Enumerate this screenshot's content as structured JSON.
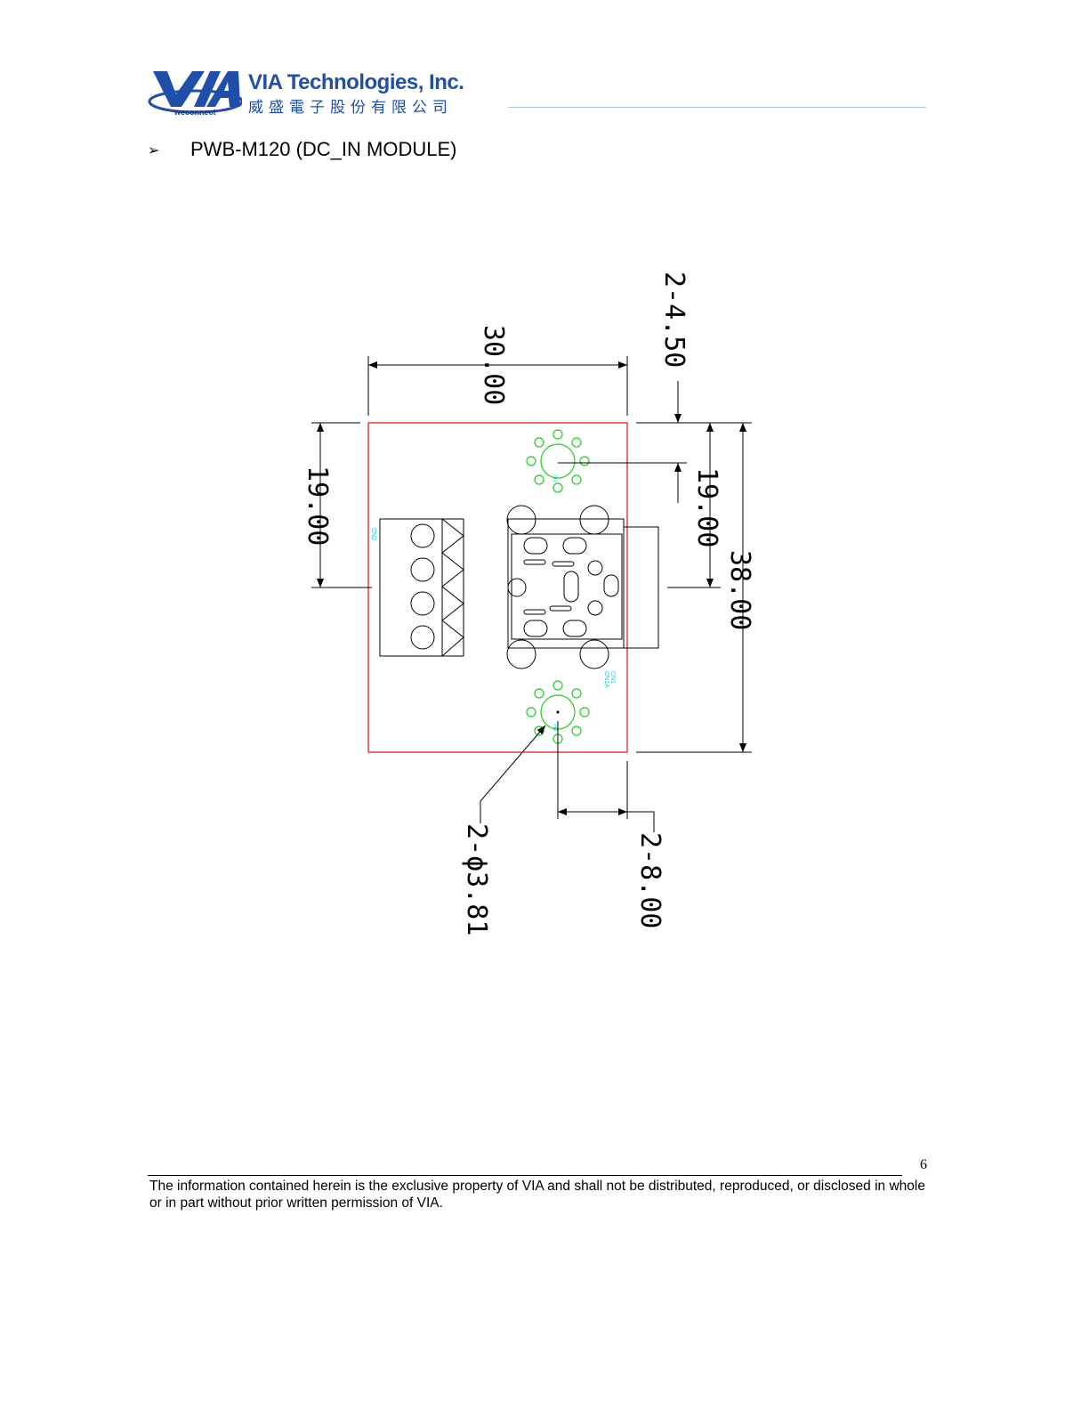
{
  "header": {
    "logo_tagline": "weconnect",
    "company_name": "VIA Technologies, Inc.",
    "company_name_zh": "威盛電子股份有限公司"
  },
  "section": {
    "bullet": "➢",
    "title": "PWB-M120 (DC_IN MODULE)"
  },
  "drawing": {
    "dimensions": {
      "width": "30.00",
      "hole_offset_top": "2-4.50",
      "left_half_height": "19.00",
      "right_half_height": "19.00",
      "total_height": "38.00",
      "hole_diameter": "2-ϕ3.81",
      "hole_offset_right": "2-8.00"
    },
    "labels": {
      "cn2": "CN2",
      "cn1": "CN1",
      "cn1a": "CN1A",
      "h1": "H1",
      "h2": "H2"
    },
    "colors": {
      "outline": "#e02020",
      "holes": "#22cc22",
      "labels": "#00c8d8",
      "ink": "#000000"
    }
  },
  "footer": {
    "page_number": "6",
    "notice": "The information contained herein is the exclusive property of VIA and shall not be distributed, reproduced, or disclosed in whole or in part without prior written permission of VIA."
  }
}
